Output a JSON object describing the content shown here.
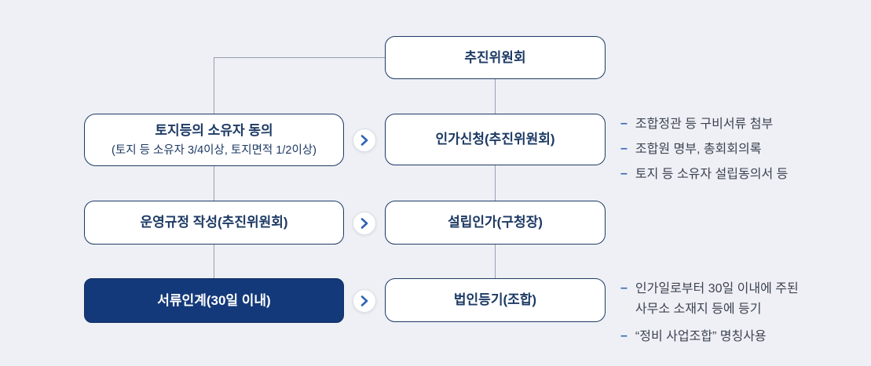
{
  "diagram": {
    "top_node": {
      "title": "추진위원회"
    },
    "left_column": [
      {
        "title": "토지등의 소유자 동의",
        "subtitle": "(토지 등 소유자 3/4이상, 토지면적 1/2이상)"
      },
      {
        "title": "운영규정 작성(추진위원회)"
      },
      {
        "title": "서류인계(30일 이내)"
      }
    ],
    "right_column": [
      {
        "title": "인가신청(추진위원회)"
      },
      {
        "title": "설립인가(구청장)"
      },
      {
        "title": "법인등기(조합)"
      }
    ],
    "annotations_step_apply": [
      "조합정관 등 구비서류 첨부",
      "조합원 명부, 총회회의록",
      "토지 등 소유자 설립동의서 등"
    ],
    "annotations_step_registration": [
      "인가일로부터 30일 이내에 주된 사무소 소재지 등에 등기",
      "“정비 사업조합” 명칭사용"
    ],
    "colors": {
      "background": "#eef0f5",
      "node_border": "#1d3a64",
      "node_text": "#1d3a64",
      "dark_node_bg": "#14397a",
      "dark_node_text": "#ffffff",
      "connector_line": "#98a0b2",
      "chevron_blue": "#2f63b4",
      "annotation_text": "#3d4351"
    }
  }
}
